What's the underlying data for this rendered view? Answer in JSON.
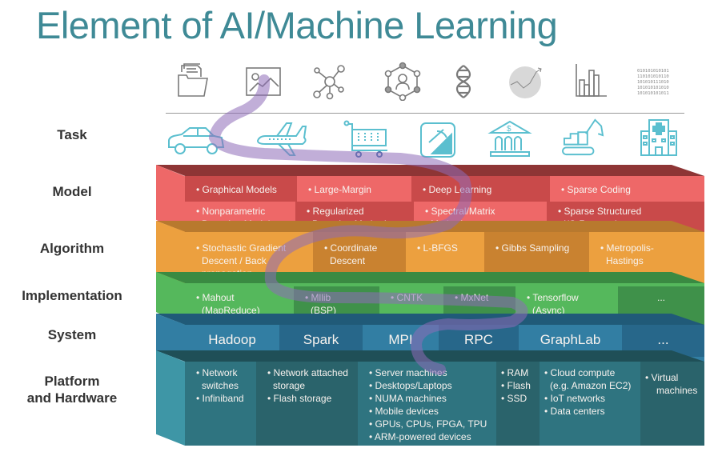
{
  "title": "Element of AI/Machine Learning",
  "row_labels": {
    "task": "Task",
    "model": "Model",
    "algorithm": "Algorithm",
    "implementation": "Implementation",
    "system": "System",
    "platform_line1": "Platform",
    "platform_line2": "and Hardware"
  },
  "data_icons": [
    "documents-folder-icon",
    "image-icon",
    "network-graph-icon",
    "social-network-icon",
    "dna-icon",
    "trend-chart-icon",
    "bar-chart-icon",
    "binary-data-icon"
  ],
  "binary_text": [
    "010101010101",
    "110101010110",
    "101010111010",
    "101010101010",
    "101010101011"
  ],
  "task_icons": [
    "car-icon",
    "airplane-icon",
    "shopping-cart-icon",
    "mining-icon",
    "bank-icon",
    "excavator-icon",
    "hospital-icon"
  ],
  "colors": {
    "title": "#3f8a96",
    "task_icon": "#5bbfcf",
    "model": "#ee6868",
    "model_dark": "#c94a4a",
    "algorithm": "#eca03f",
    "algorithm_dark": "#c98230",
    "implementation": "#55b85c",
    "implementation_dark": "#3f914a",
    "system": "#327ea3",
    "system_dark": "#27678a",
    "platform": "#3e96a6",
    "platform_dark": "#2c6a73",
    "scribble": "#8e6bb8"
  },
  "model": {
    "row1": [
      "• Graphical Models",
      "• Large-Margin",
      "• Deep Learning",
      "• Sparse Coding"
    ],
    "row2": [
      [
        "• Nonparametric",
        "Bayesian Models"
      ],
      [
        "• Regularized",
        "Bayesian Methods"
      ],
      [
        "• Spectral/Matrix",
        "Methods"
      ],
      [
        "• Sparse Structured",
        "I/O Regression"
      ]
    ]
  },
  "algorithm": [
    [
      "• Stochastic Gradient",
      "Descent / Back",
      "propagation"
    ],
    [
      "• Coordinate",
      "Descent"
    ],
    [
      "• L-BFGS"
    ],
    [
      "• Gibbs Sampling"
    ],
    [
      "• Metropolis-",
      "Hastings"
    ]
  ],
  "implementation": [
    [
      "• Mahout",
      "(MapReduce)"
    ],
    [
      "• Mllib",
      "(BSP)"
    ],
    [
      "• CNTK"
    ],
    [
      "• MxNet"
    ],
    [
      "• Tensorflow",
      "(Async)"
    ],
    [
      "..."
    ]
  ],
  "system": [
    "Hadoop",
    "Spark",
    "MPI",
    "RPC",
    "GraphLab",
    "..."
  ],
  "platform": [
    [
      "• Network",
      "switches",
      "• Infiniband"
    ],
    [
      "• Network attached",
      "storage",
      "• Flash storage"
    ],
    [
      "• Server machines",
      "• Desktops/Laptops",
      "• NUMA machines",
      "• Mobile devices",
      "• GPUs, CPUs, FPGA, TPU",
      "• ARM-powered devices"
    ],
    [
      "• RAM",
      "• Flash",
      "• SSD"
    ],
    [
      "• Cloud compute",
      "(e.g. Amazon EC2)",
      "• IoT networks",
      "• Data centers"
    ],
    [
      "• Virtual",
      "machines"
    ]
  ]
}
